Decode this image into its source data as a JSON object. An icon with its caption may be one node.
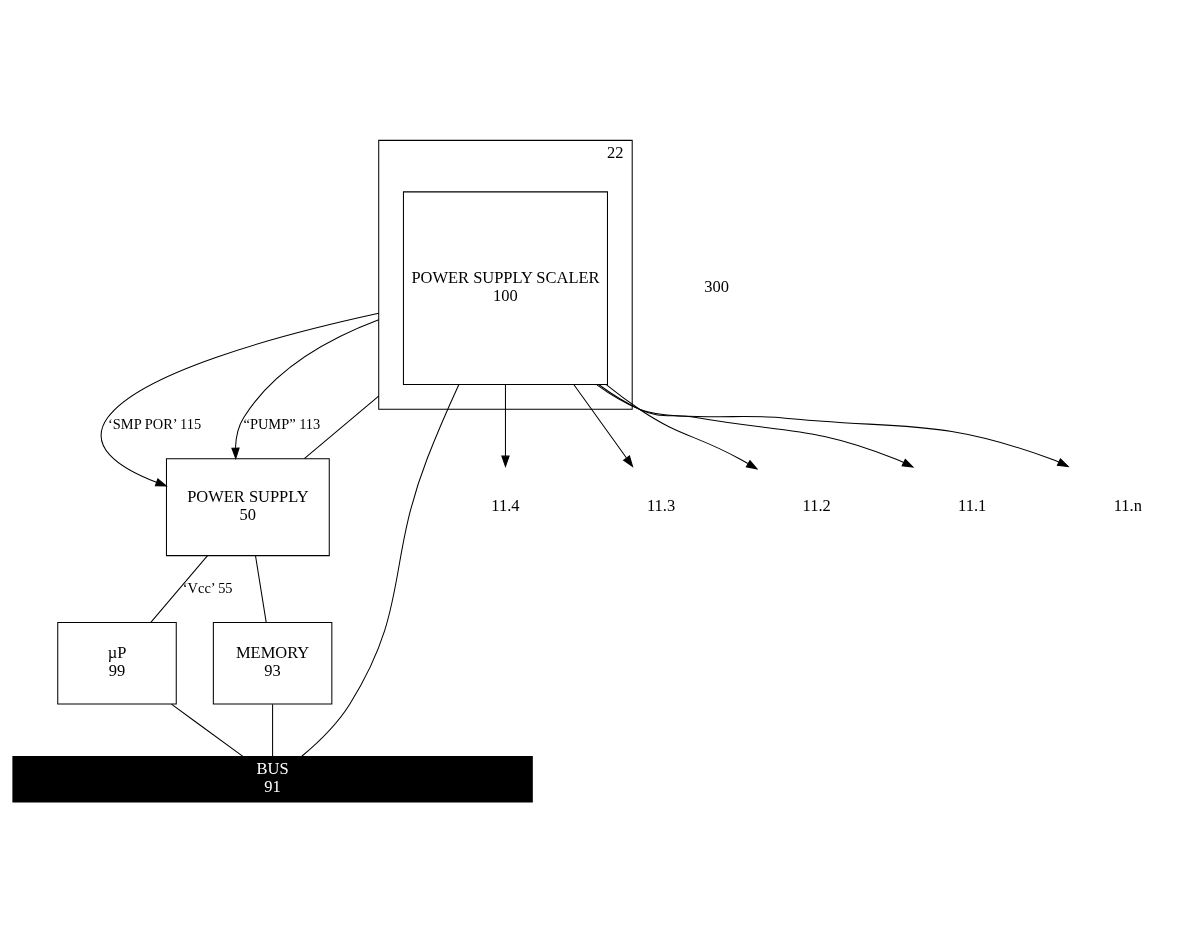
{
  "diagram": {
    "nodes": [
      {
        "text": [
          "POWER SUPPLY",
          "50"
        ]
      },
      {
        "text": [
          "22"
        ]
      },
      {
        "text": [
          "POWER SUPPLY SCALER",
          "100"
        ],
        "in": 1
      },
      {
        "text": [
          "µP",
          "99"
        ]
      },
      {
        "text": [
          "MEMORY",
          "93"
        ]
      },
      {
        "text": [
          "BUS",
          "91"
        ]
      },
      {
        "text": [
          "11.4"
        ]
      },
      {
        "text": [
          "11.3"
        ]
      },
      {
        "text": [
          "11.2"
        ]
      },
      {
        "text": [
          "11.1"
        ]
      },
      {
        "text": [
          "11.n"
        ]
      }
    ],
    "edges": [
      {
        "from": 1,
        "to": 0,
        "arrow": "to",
        "label": "‘SMP POR’ 115"
      },
      {
        "from": 1,
        "to": 0,
        "arrow": "to",
        "label": "“PUMP” 113"
      },
      {
        "from": 0,
        "to": 3,
        "arrow": "none",
        "label": "‘Vcc’ 55"
      },
      {
        "from": 0,
        "to": 4,
        "arrow": "none"
      },
      {
        "from": 0,
        "to": 1,
        "arrow": "none"
      },
      {
        "from": 2,
        "to": 6,
        "arrow": "to"
      },
      {
        "from": 2,
        "to": 7,
        "arrow": "to"
      },
      {
        "from": 2,
        "to": 8,
        "arrow": "to"
      },
      {
        "from": 2,
        "to": 9,
        "arrow": "to"
      },
      {
        "from": 2,
        "to": 10,
        "arrow": "to"
      },
      {
        "from": 3,
        "to": 5,
        "arrow": "none"
      },
      {
        "from": 4,
        "to": 5,
        "arrow": "none"
      },
      {
        "from": 2,
        "to": 5,
        "arrow": "none"
      }
    ],
    "labels": [
      "300"
    ]
  }
}
